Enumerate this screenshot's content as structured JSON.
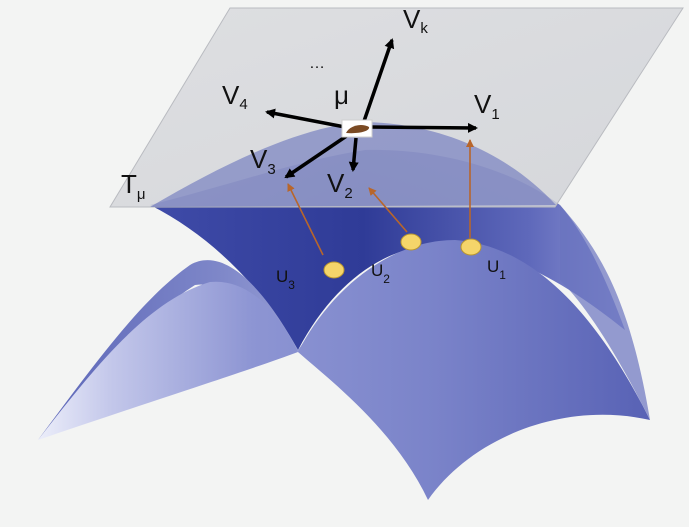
{
  "labels": {
    "tangent_space": {
      "main": "T",
      "sub": "μ"
    },
    "mean": "μ",
    "ellipsis": "…",
    "vectors": [
      {
        "main": "V",
        "sub": "k"
      },
      {
        "main": "V",
        "sub": "4"
      },
      {
        "main": "V",
        "sub": "1"
      },
      {
        "main": "V",
        "sub": "3"
      },
      {
        "main": "V",
        "sub": "2"
      }
    ],
    "points": [
      {
        "main": "U",
        "sub": "1"
      },
      {
        "main": "U",
        "sub": "2"
      },
      {
        "main": "U",
        "sub": "3"
      }
    ]
  },
  "colors": {
    "background": "#f3f4f3",
    "plane_fill": "#d8d9dc",
    "plane_edge": "#b9bbc0",
    "manifold_dark": "#2f3d99",
    "manifold_light": "#c6c9ec",
    "vector_arrow": "#000000",
    "mapping_arrow": "#b8662b",
    "point_fill": "#f5d56a",
    "point_edge": "#b89530",
    "mu_marker": "#7a4a24"
  }
}
